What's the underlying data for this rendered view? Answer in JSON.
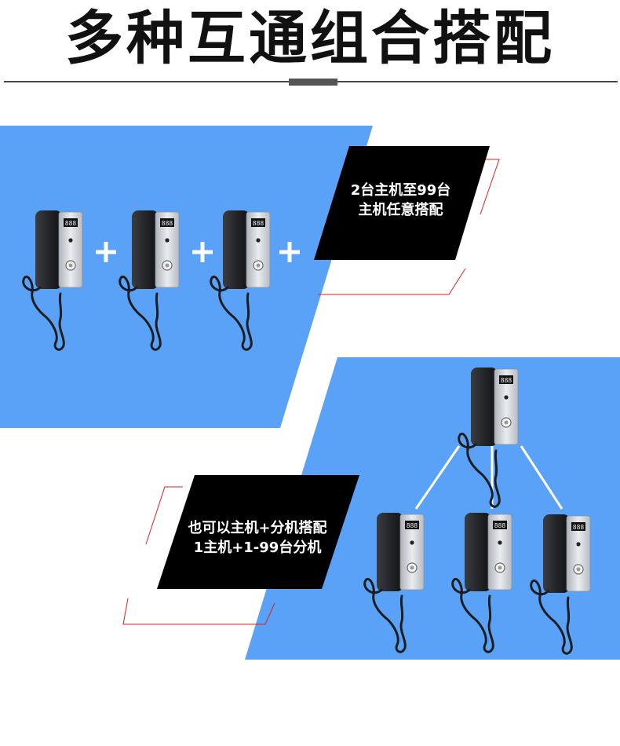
{
  "page": {
    "title": "多种互通组合搭配",
    "plus_sign": "+"
  },
  "panel_top": {
    "caption_line1": "2台主机至99台",
    "caption_line2": "主机任意搭配",
    "unit_count": 3,
    "color": "#5aa2f7"
  },
  "panel_bottom": {
    "caption_line1": "也可以主机+分机搭配",
    "caption_line2": "1主机+1-99台分机",
    "master_count": 1,
    "extension_count": 3,
    "color": "#5aa2f7"
  },
  "colors": {
    "panel_blue": "#5aa2f7",
    "caption_box": "#000000",
    "accent_line": "#d9201f",
    "handset": "#2b2d31",
    "faceplate": "#c9ced4",
    "display": "#111111"
  },
  "icons": {
    "device": "intercom-phone-icon",
    "connector": "plus-icon",
    "link": "connection-line"
  }
}
